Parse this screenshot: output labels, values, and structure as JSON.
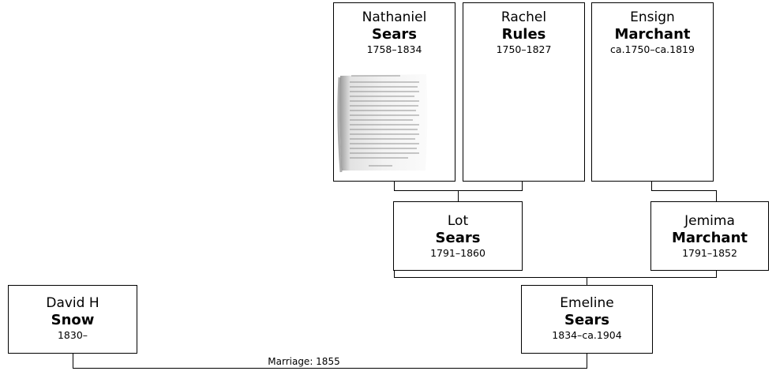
{
  "people": {
    "nathaniel": {
      "given": "Nathaniel",
      "surname": "Sears",
      "dates": "1758–1834"
    },
    "rachel": {
      "given": "Rachel",
      "surname": "Rules",
      "dates": "1750–1827"
    },
    "ensign": {
      "given": "Ensign",
      "surname": "Marchant",
      "dates": "ca.1750–ca.1819"
    },
    "lot": {
      "given": "Lot",
      "surname": "Sears",
      "dates": "1791–1860"
    },
    "jemima": {
      "given": "Jemima",
      "surname": "Marchant",
      "dates": "1791–1852"
    },
    "david": {
      "given": "David H",
      "surname": "Snow",
      "dates": "1830–"
    },
    "emeline": {
      "given": "Emeline",
      "surname": "Sears",
      "dates": "1834–ca.1904"
    }
  },
  "marriage_label": "Marriage: 1855",
  "colors": {
    "border": "#000000",
    "background": "#ffffff"
  }
}
